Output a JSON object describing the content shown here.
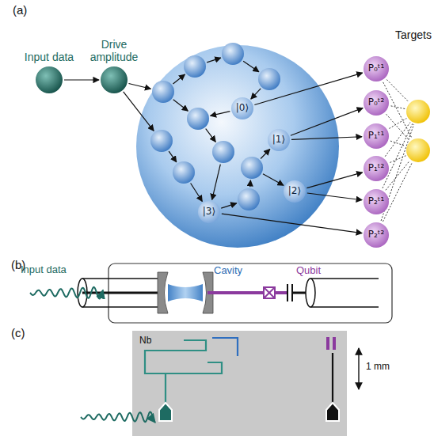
{
  "diagram": {
    "nodes": [
      {
        "text": [
          "Input data"
        ]
      },
      {
        "text": [
          "Drive amplitude"
        ]
      },
      {
        "text": [
          "|0⟩"
        ]
      },
      {
        "text": [
          "|1⟩"
        ]
      },
      {
        "text": [
          "|2⟩"
        ]
      },
      {
        "text": [
          "|3⟩"
        ]
      },
      {
        "text": [
          "P₀ᵗ¹"
        ]
      },
      {
        "text": [
          "P₀ᵗ²"
        ]
      },
      {
        "text": [
          "P₁ᵗ¹"
        ]
      },
      {
        "text": [
          "P₁ᵗ²"
        ]
      },
      {
        "text": [
          "P₂ᵗ¹"
        ]
      },
      {
        "text": [
          "P₂ᵗ²"
        ]
      }
    ],
    "edges": [
      {
        "from": 0,
        "to": 1,
        "arrow": "to"
      },
      {
        "from": 2,
        "to": 6,
        "arrow": "to"
      },
      {
        "from": 3,
        "to": 7,
        "arrow": "to"
      },
      {
        "from": 3,
        "to": 8,
        "arrow": "to"
      },
      {
        "from": 4,
        "to": 9,
        "arrow": "to"
      },
      {
        "from": 4,
        "to": 10,
        "arrow": "to"
      },
      {
        "from": 5,
        "to": 11,
        "arrow": "to"
      }
    ],
    "labels": [
      "(a)",
      "Targets",
      "(b)",
      "Input data",
      "Cavity",
      "Qubit",
      "(c)",
      "Nb",
      "1 mm"
    ]
  }
}
